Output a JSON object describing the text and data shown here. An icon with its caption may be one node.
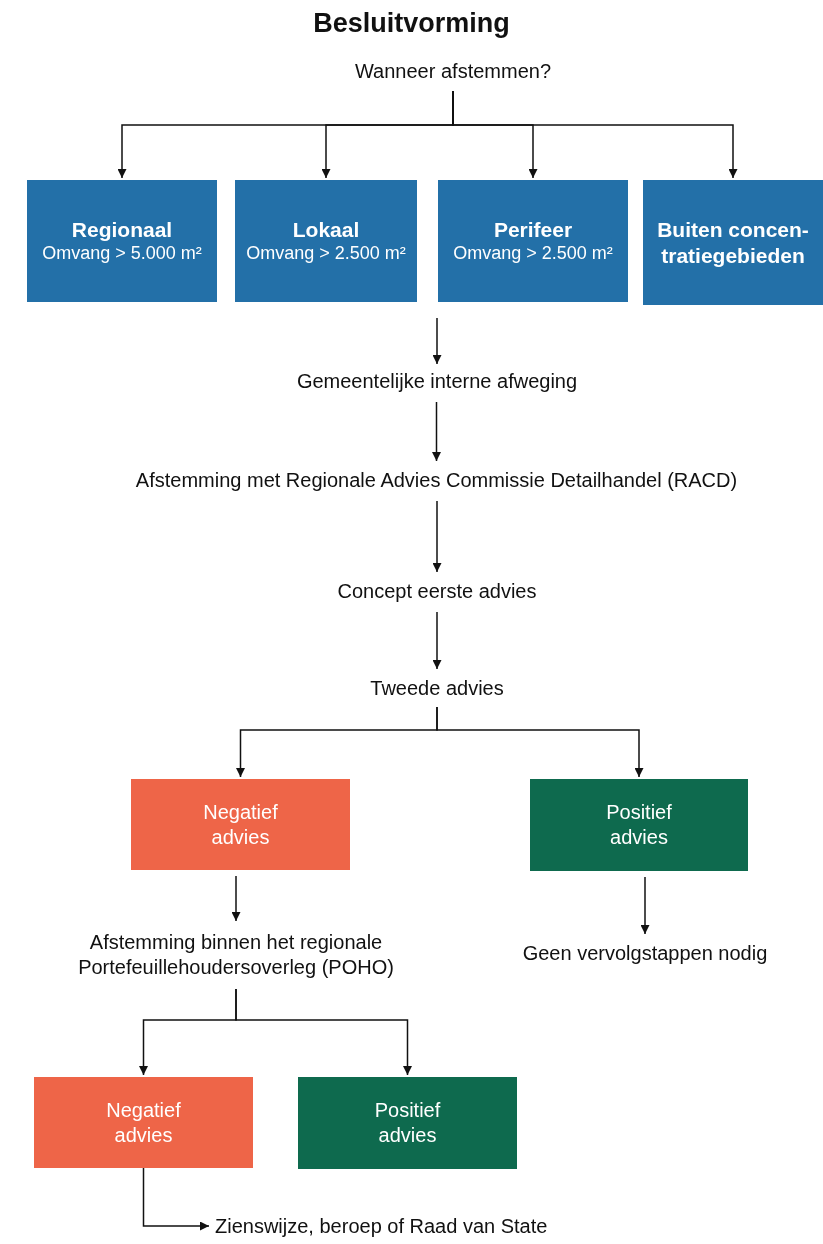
{
  "diagram": {
    "title": "Besluitvorming",
    "nodes": [
      {
        "text": [
          "Wanneer afstemmen?"
        ]
      },
      {
        "text": [
          "Regionaal",
          "Omvang > 5.000 m²"
        ]
      },
      {
        "text": [
          "Lokaal",
          "Omvang > 2.500 m²"
        ]
      },
      {
        "text": [
          "Perifeer",
          "Omvang > 2.500 m²"
        ]
      },
      {
        "text": [
          "Buiten concen-tratiegebieden"
        ]
      },
      {
        "text": [
          "Gemeentelijke interne afweging"
        ]
      },
      {
        "text": [
          "Afstemming met Regionale Advies Commissie Detailhandel (RACD)"
        ]
      },
      {
        "text": [
          "Concept eerste advies"
        ]
      },
      {
        "text": [
          "Tweede advies"
        ]
      },
      {
        "text": [
          "Negatief advies"
        ]
      },
      {
        "text": [
          "Positief advies"
        ]
      },
      {
        "text": [
          "Afstemming binnen het regionale Portefeuillehoudersoverleg (POHO)"
        ]
      },
      {
        "text": [
          "Geen vervolgstappen nodig"
        ]
      },
      {
        "text": [
          "Negatief advies"
        ]
      },
      {
        "text": [
          "Positief advies"
        ]
      },
      {
        "text": [
          "Zienswijze, beroep of Raad van State"
        ]
      }
    ],
    "edges": [
      {
        "from": 0,
        "to": 1,
        "arrow": "to"
      },
      {
        "from": 0,
        "to": 2,
        "arrow": "to"
      },
      {
        "from": 0,
        "to": 3,
        "arrow": "to"
      },
      {
        "from": 0,
        "to": 4,
        "arrow": "to"
      },
      {
        "from": null,
        "to": 5,
        "arrow": "to"
      },
      {
        "from": 5,
        "to": 6,
        "arrow": "to"
      },
      {
        "from": 6,
        "to": 7,
        "arrow": "to"
      },
      {
        "from": 7,
        "to": 8,
        "arrow": "to"
      },
      {
        "from": 8,
        "to": 9,
        "arrow": "to"
      },
      {
        "from": 8,
        "to": 10,
        "arrow": "to"
      },
      {
        "from": 9,
        "to": 11,
        "arrow": "to"
      },
      {
        "from": 10,
        "to": 12,
        "arrow": "to"
      },
      {
        "from": 11,
        "to": 13,
        "arrow": "to"
      },
      {
        "from": 11,
        "to": 14,
        "arrow": "to"
      },
      {
        "from": 13,
        "to": 15,
        "arrow": "to"
      }
    ]
  }
}
